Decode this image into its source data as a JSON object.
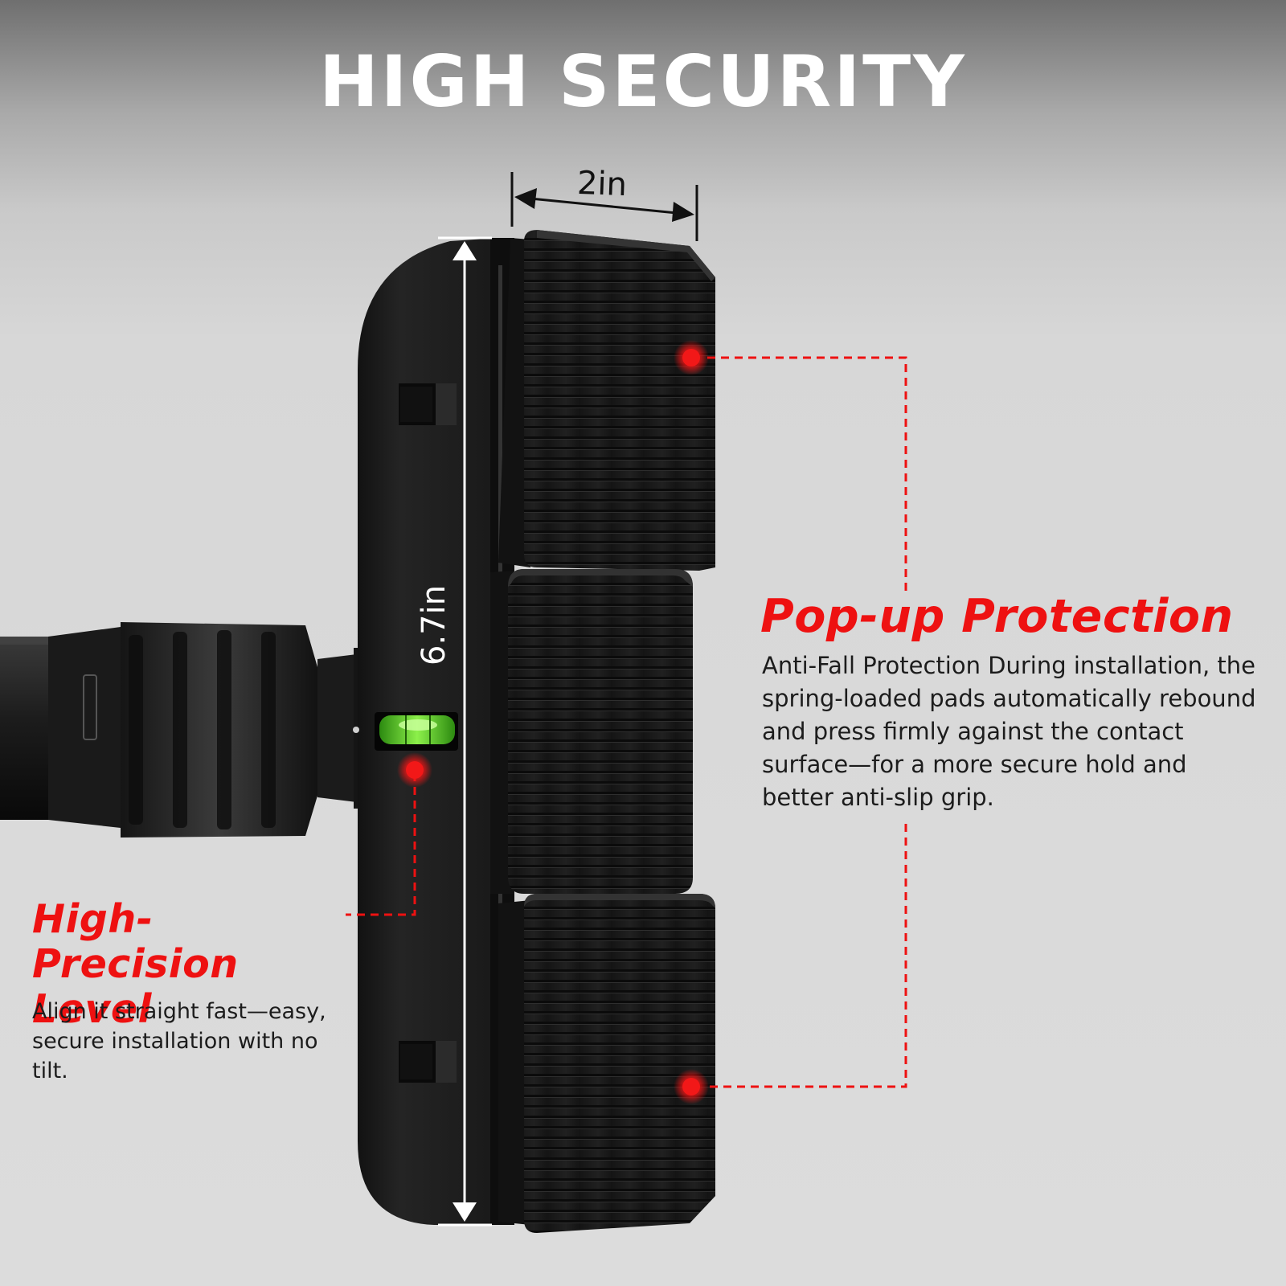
{
  "headline": "HIGH SECURITY",
  "dimensions": {
    "width": "2in",
    "height": "6.7in"
  },
  "features": {
    "popup": {
      "title": "Pop-up Protection",
      "description": "Anti-Fall Protection During installation, the spring-loaded pads automatically rebound and press firmly against the contact surface—for a more secure hold and better anti-slip grip."
    },
    "level": {
      "title": "High-Precision Level",
      "description": "Align it straight fast—easy, secure installation with no tilt."
    }
  },
  "colors": {
    "accent": "#ee1111",
    "bubble": "#6be22b",
    "product": "#1e1e1e"
  }
}
